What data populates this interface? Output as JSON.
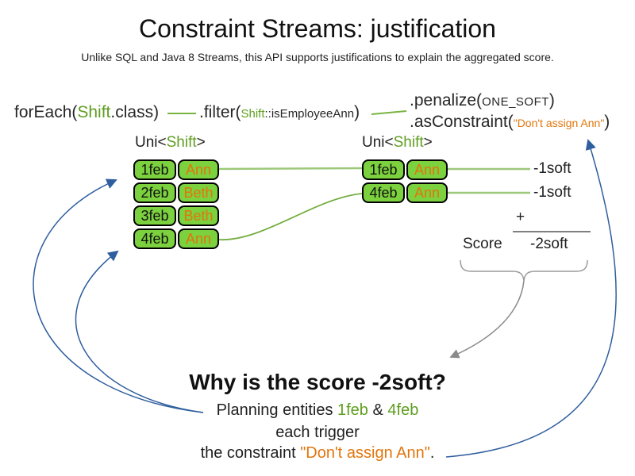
{
  "palette": {
    "green_text": "#5f9e20",
    "green_fill": "#7cd13e",
    "green_line": "#8abf57",
    "orange": "#e2750c",
    "blue": "#2f5e9e",
    "gray": "#8a8a8a"
  },
  "header": {
    "title": "Constraint Streams: justification",
    "subtitle": "Unlike SQL and Java 8 Streams, this API supports justifications to explain the aggregated score."
  },
  "code": {
    "foreach": {
      "prefix": "forEach(",
      "type_token": "Shift",
      "suffix": ".class)"
    },
    "filter": {
      "prefix": ".filter(",
      "type_token": "Shift",
      "method_token": "::isEmployeeAnn",
      "suffix": ")"
    },
    "penalize": {
      "prefix": ".penalize(",
      "arg": "ONE_SOFT",
      "suffix": ")"
    },
    "as_constraint": {
      "prefix": ".asConstraint(",
      "arg": "\"Don't assign Ann\"",
      "suffix": ")"
    }
  },
  "streams": {
    "left": {
      "label_prefix": "Uni<",
      "label_type": "Shift",
      "label_suffix": ">",
      "rows": [
        {
          "date": "1feb",
          "employee": "Ann"
        },
        {
          "date": "2feb",
          "employee": "Beth"
        },
        {
          "date": "3feb",
          "employee": "Beth"
        },
        {
          "date": "4feb",
          "employee": "Ann"
        }
      ]
    },
    "right": {
      "label_prefix": "Uni<",
      "label_type": "Shift",
      "label_suffix": ">",
      "rows": [
        {
          "date": "1feb",
          "employee": "Ann"
        },
        {
          "date": "4feb",
          "employee": "Ann"
        }
      ]
    }
  },
  "score_panel": {
    "penalties": [
      "-1soft",
      "-1soft"
    ],
    "plus": "+",
    "score_label": "Score",
    "total": "-2soft"
  },
  "explanation": {
    "heading": "Why is the score -2soft?",
    "line1_prefix": "Planning entities ",
    "entity1": "1feb",
    "ampersand": " & ",
    "entity2": "4feb",
    "line2": "each trigger",
    "line3_prefix": "the constraint ",
    "constraint": "\"Don't assign Ann\"",
    "line3_suffix": "."
  }
}
